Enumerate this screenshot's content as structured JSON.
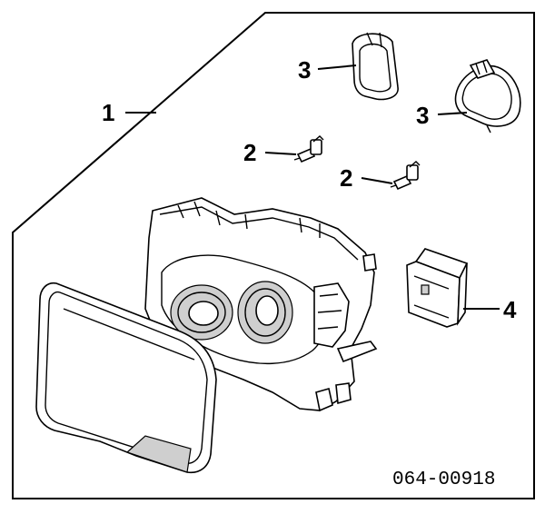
{
  "callouts": {
    "housing": "1",
    "bulb_left": "2",
    "bulb_right": "2",
    "clip_left": "3",
    "clip_right": "3",
    "module": "4"
  },
  "diagram_code": "064-00918",
  "colors": {
    "ink": "#000000",
    "paper": "#ffffff",
    "shade": "#cfcfcf"
  }
}
